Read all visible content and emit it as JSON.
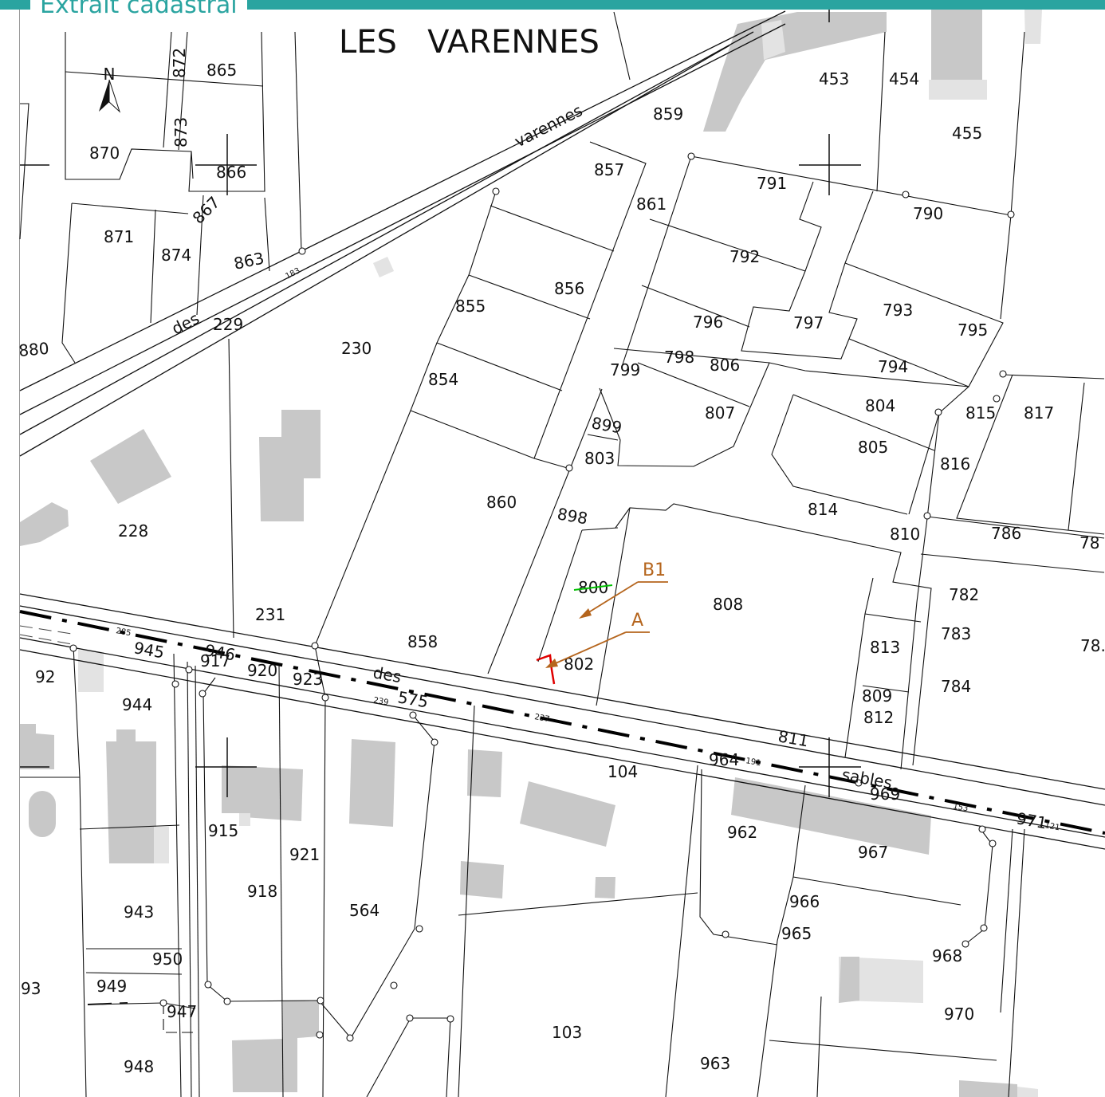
{
  "header": {
    "title": "Extrait cadastral"
  },
  "map": {
    "locality": "LES   VARENNES",
    "north_label": "N",
    "streets": {
      "top_left": "des",
      "top_right": "varennes",
      "bottom_left": "des",
      "bottom_right": "sables"
    },
    "small_numbers": [
      "183",
      "285",
      "239",
      "237",
      "191",
      "153",
      "121"
    ],
    "markers": [
      {
        "label": "B1",
        "color": "#b5651d"
      },
      {
        "label": "A",
        "color": "#b5651d"
      }
    ],
    "boundary_color": "#e00000",
    "strike_color": "#00c000",
    "parcels": [
      "865",
      "872",
      "873",
      "870",
      "866",
      "867",
      "871",
      "874",
      "863",
      "880",
      "229",
      "230",
      "228",
      "231",
      "857",
      "859",
      "861",
      "856",
      "855",
      "854",
      "860",
      "899",
      "803",
      "898",
      "800",
      "802",
      "858",
      "945",
      "946",
      "917",
      "920",
      "923",
      "575",
      "92",
      "944",
      "915",
      "921",
      "918",
      "564",
      "943",
      "950",
      "949",
      "947",
      "948",
      "93",
      "453",
      "454",
      "455",
      "791",
      "790",
      "792",
      "796",
      "797",
      "793",
      "795",
      "794",
      "798",
      "806",
      "799",
      "807",
      "804",
      "815",
      "817",
      "805",
      "816",
      "814",
      "810",
      "786",
      "78",
      "808",
      "782",
      "783",
      "813",
      "78.",
      "809",
      "784",
      "812",
      "811",
      "964",
      "969",
      "971",
      "104",
      "962",
      "967",
      "966",
      "965",
      "968",
      "970",
      "103",
      "963"
    ]
  }
}
